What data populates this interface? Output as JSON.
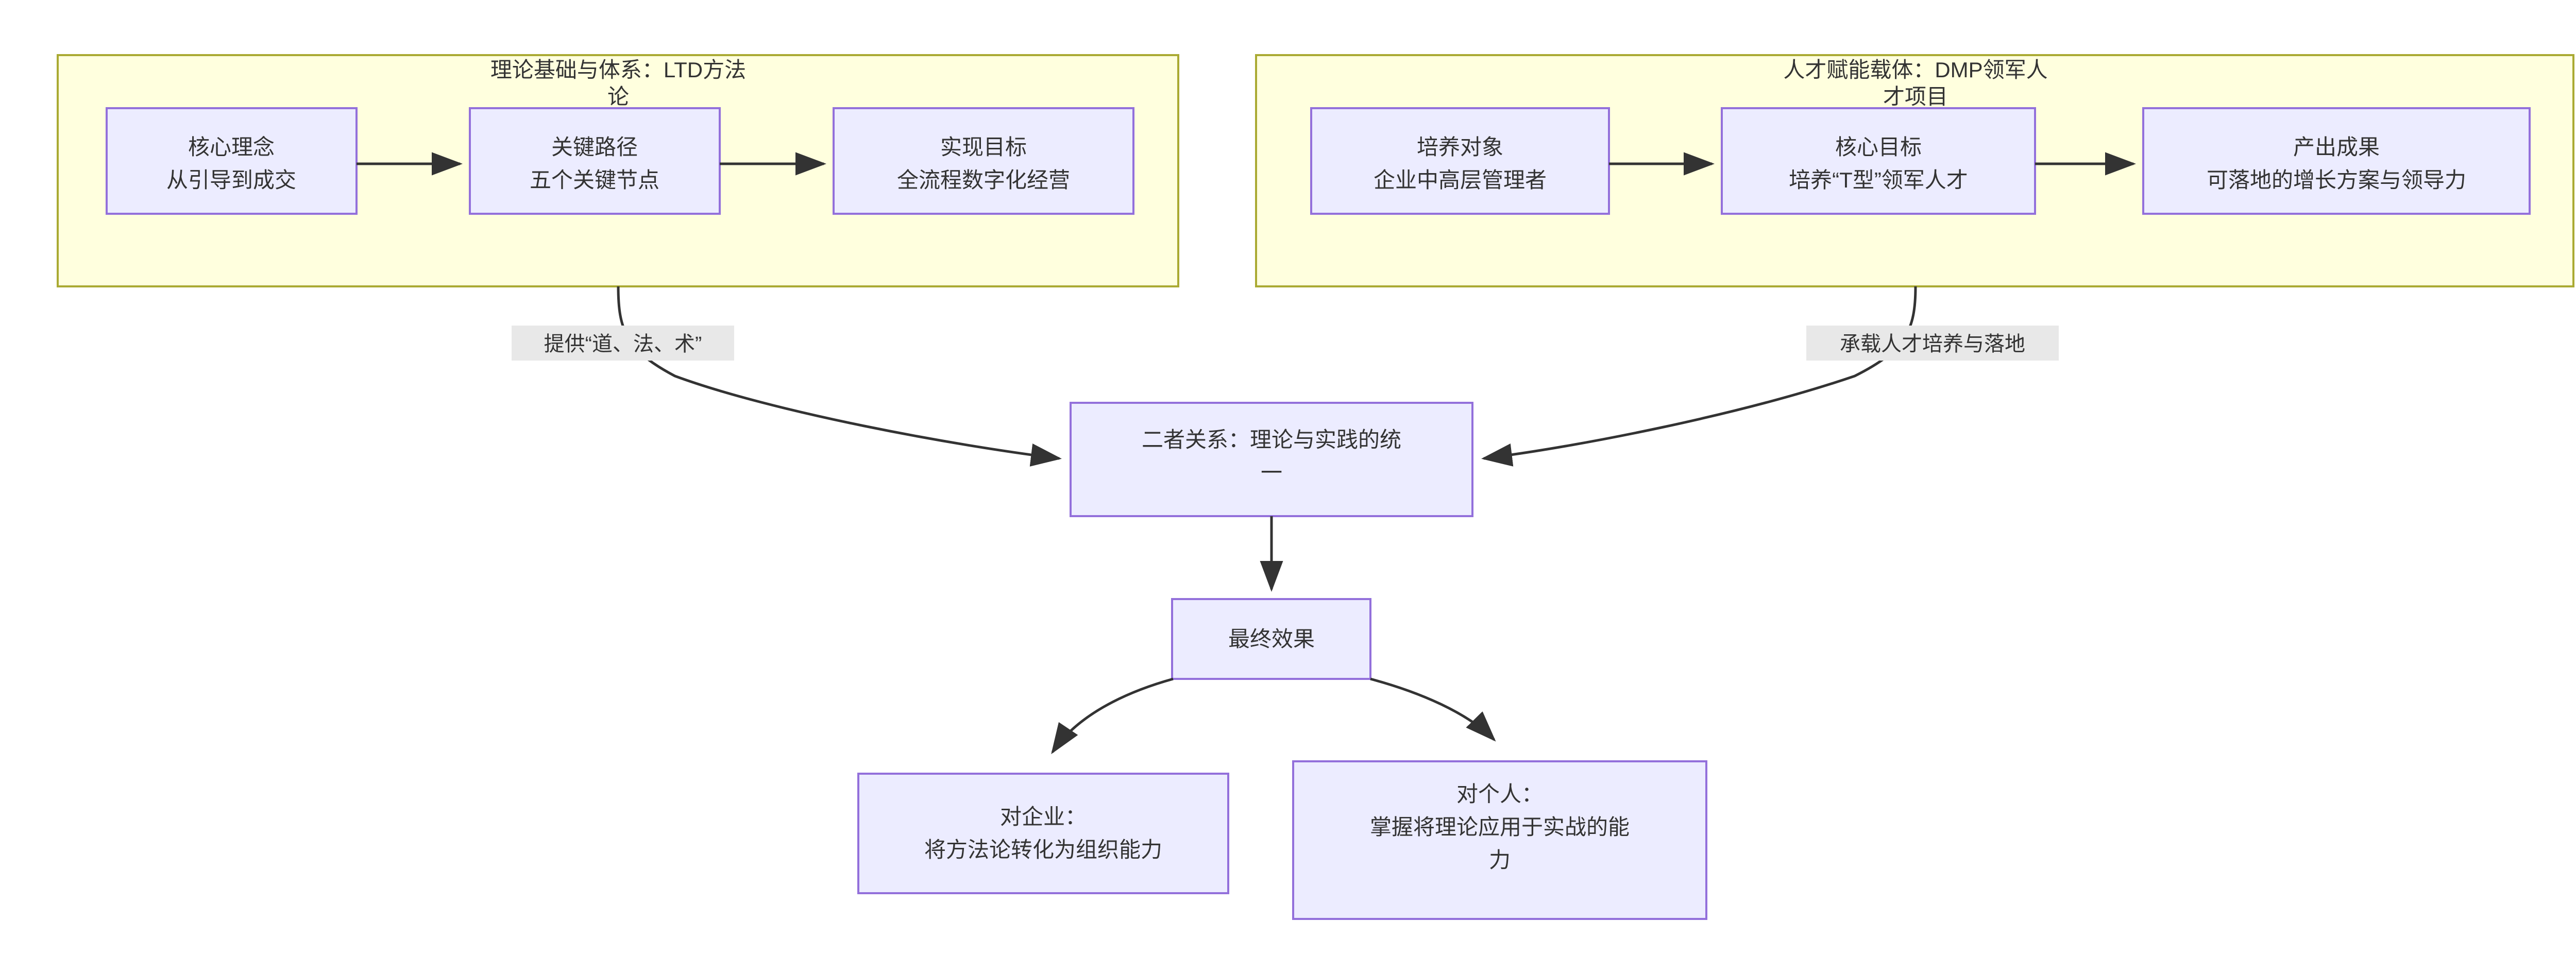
{
  "diagram": {
    "type": "flowchart",
    "direction": "top-down",
    "background": "#ffffff",
    "colors": {
      "cluster_fill": "#ffffde",
      "cluster_stroke": "#aaaa33",
      "node_fill": "#ececff",
      "node_stroke": "#9370db",
      "edge_stroke": "#333333",
      "edge_label_bg": "#e8e8e8",
      "text": "#333333"
    }
  },
  "clusters": [
    {
      "id": "cluster-ltd",
      "title_line1": "理论基础与体系：LTD方法",
      "title_line2": "论",
      "title_full": "理论基础与体系：LTD方法论"
    },
    {
      "id": "cluster-dmp",
      "title_line1": "人才赋能载体：DMP领军人",
      "title_line2": "才项目",
      "title_full": "人才赋能载体：DMP领军人才项目"
    }
  ],
  "nodes": [
    {
      "id": "node-core-concept",
      "line1": "核心理念",
      "line2": "从引导到成交"
    },
    {
      "id": "node-key-path",
      "line1": "关键路径",
      "line2": "五个关键节点"
    },
    {
      "id": "node-goal",
      "line1": "实现目标",
      "line2": "全流程数字化经营"
    },
    {
      "id": "node-trainee",
      "line1": "培养对象",
      "line2": "企业中高层管理者"
    },
    {
      "id": "node-core-target",
      "line1": "核心目标",
      "line2": "培养“T型”领军人才"
    },
    {
      "id": "node-output",
      "line1": "产出成果",
      "line2": "可落地的增长方案与领导力"
    },
    {
      "id": "node-relation",
      "line1": "二者关系：理论与实践的统",
      "line2": "一",
      "full": "二者关系：理论与实践的统一"
    },
    {
      "id": "node-final-effect",
      "line1": "最终效果",
      "line2": ""
    },
    {
      "id": "node-for-enterprise",
      "line1": "对企业：",
      "line2": "将方法论转化为组织能力",
      "line3": ""
    },
    {
      "id": "node-for-individual",
      "line1": "对个人：",
      "line2": "掌握将理论应用于实战的能",
      "line3": "力"
    }
  ],
  "edge_labels": [
    {
      "id": "edge-label-provide",
      "text": "提供“道、法、术”"
    },
    {
      "id": "edge-label-carry",
      "text": "承载人才培养与落地"
    }
  ]
}
